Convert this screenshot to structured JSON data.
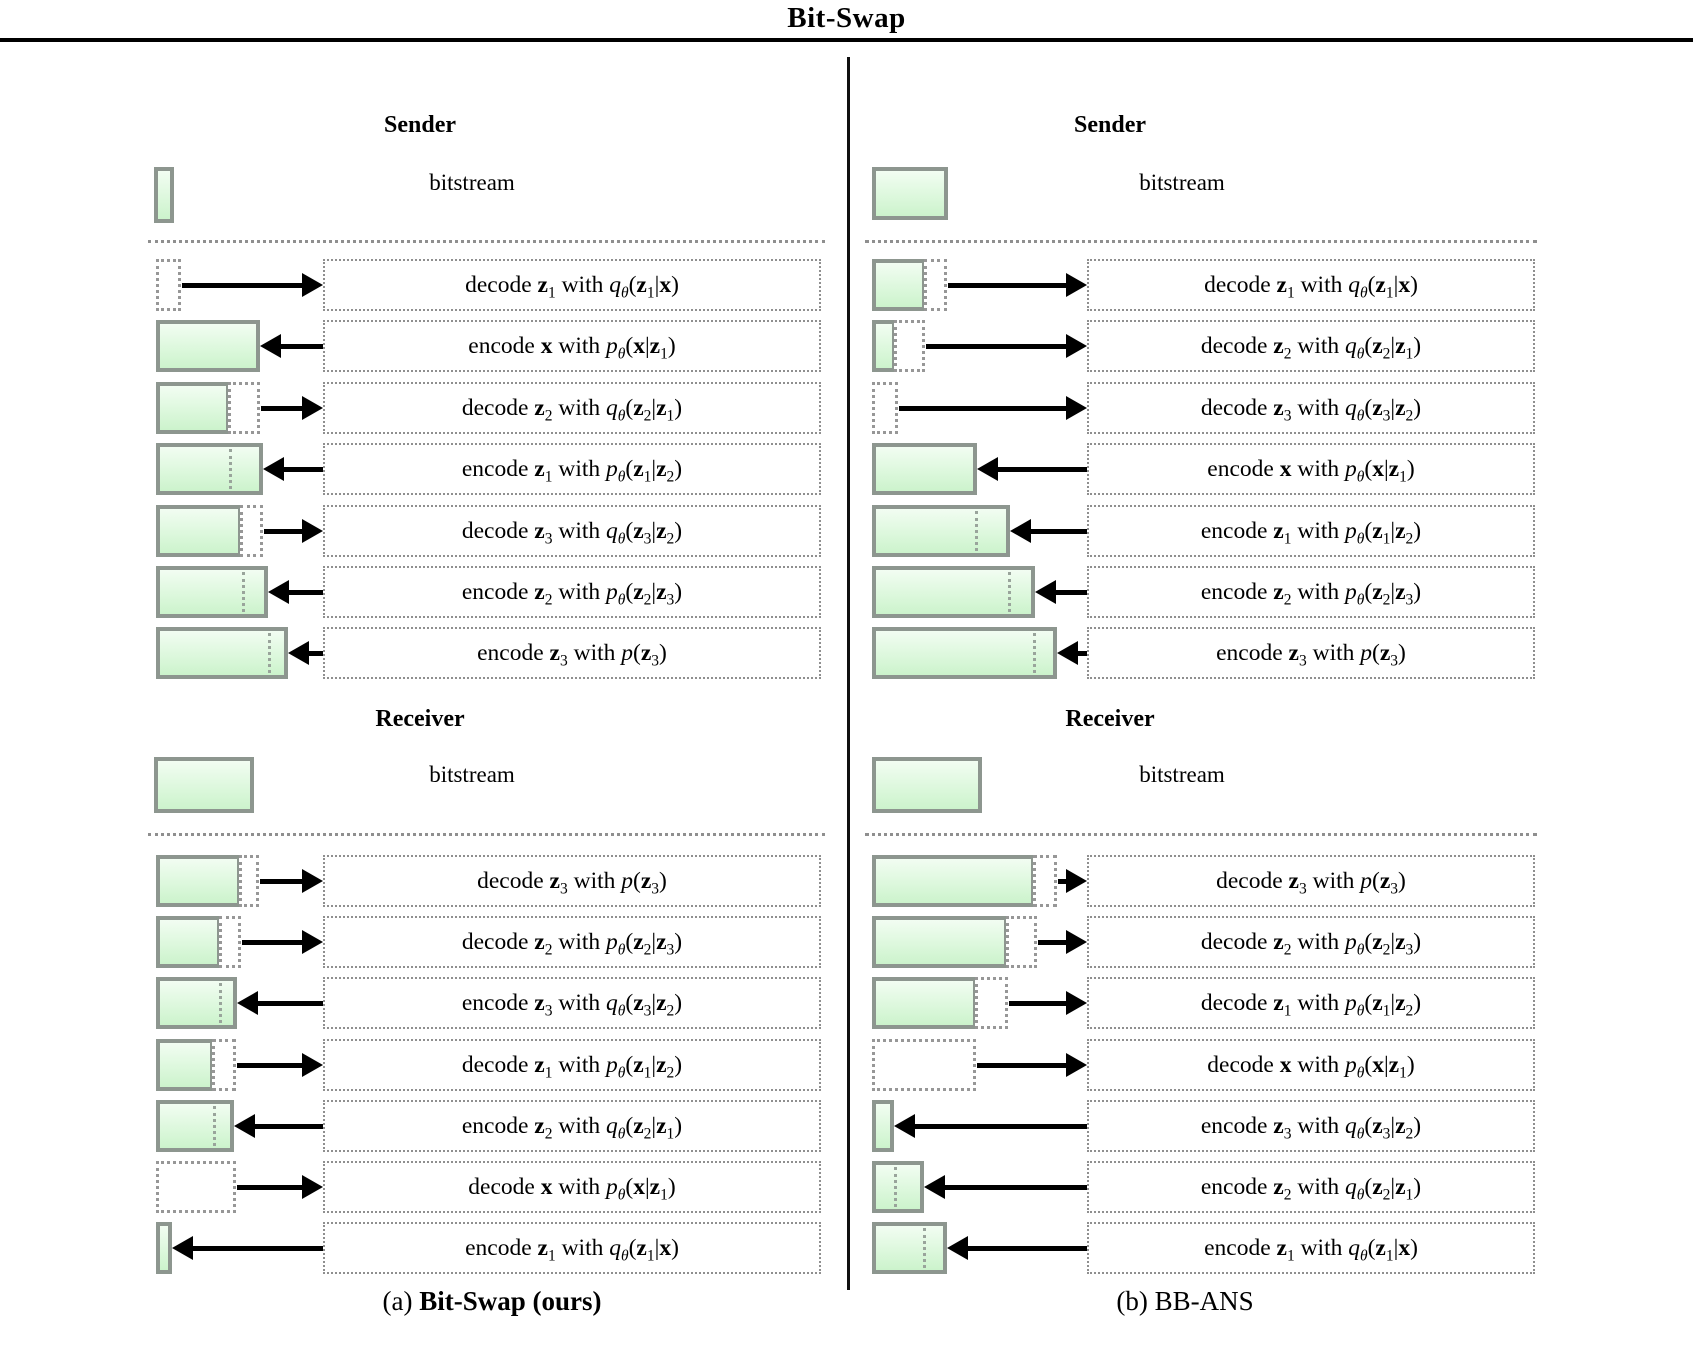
{
  "title": "Bit-Swap",
  "colors": {
    "bar_fill_top": "#f2fdf2",
    "bar_fill_bottom": "#ccf3cc",
    "bar_border": "#8d968f",
    "dotted_gray": "#8f8f8f",
    "arrow": "#000000",
    "rule": "#000000"
  },
  "panels": [
    {
      "caption_prefix": "(a) ",
      "caption_name": "Bit-Swap (ours)",
      "caption_bold": true,
      "sender": {
        "heading": "Sender",
        "bitstream_label": "bitstream",
        "bitstream": {
          "w": 20,
          "h": 56
        },
        "rows": [
          {
            "op": "decode z1 with q_θ(z1|x)",
            "bar": {
              "type": "empty",
              "w": 25
            }
          },
          {
            "op": "encode x with p_θ(x|z1)",
            "bar": {
              "type": "solid",
              "w": 104
            }
          },
          {
            "op": "decode z2 with q_θ(z2|z1)",
            "bar": {
              "type": "ext",
              "green": 74,
              "ext": 30
            }
          },
          {
            "op": "encode z1 with p_θ(z1|z2)",
            "bar": {
              "type": "div",
              "w": 107,
              "div": 73
            }
          },
          {
            "op": "decode z3 with q_θ(z3|z2)",
            "bar": {
              "type": "ext",
              "green": 86,
              "ext": 21
            }
          },
          {
            "op": "encode z2 with p_θ(z2|z3)",
            "bar": {
              "type": "div",
              "w": 112,
              "div": 86
            }
          },
          {
            "op": "encode z3 with p(z3)",
            "bar": {
              "type": "div",
              "w": 132,
              "div": 112
            }
          }
        ]
      },
      "receiver": {
        "heading": "Receiver",
        "bitstream_label": "bitstream",
        "bitstream": {
          "w": 100,
          "h": 56
        },
        "rows": [
          {
            "op": "decode z3 with p(z3)",
            "bar": {
              "type": "ext",
              "green": 85,
              "ext": 18
            }
          },
          {
            "op": "decode z2 with p_θ(z2|z3)",
            "bar": {
              "type": "ext",
              "green": 65,
              "ext": 20
            }
          },
          {
            "op": "encode z3 with q_θ(z3|z2)",
            "bar": {
              "type": "div",
              "w": 81,
              "div": 63
            }
          },
          {
            "op": "decode z1 with p_θ(z1|z2)",
            "bar": {
              "type": "ext",
              "green": 58,
              "ext": 22
            }
          },
          {
            "op": "encode z2 with q_θ(z2|z1)",
            "bar": {
              "type": "div",
              "w": 78,
              "div": 57
            }
          },
          {
            "op": "decode x with p_θ(x|z1)",
            "bar": {
              "type": "empty",
              "w": 80
            }
          },
          {
            "op": "encode z1 with q_θ(z1|x)",
            "bar": {
              "type": "solid",
              "w": 16
            }
          }
        ]
      }
    },
    {
      "caption_prefix": "(b) ",
      "caption_name": "BB-ANS",
      "caption_bold": false,
      "sender": {
        "heading": "Sender",
        "bitstream_label": "bitstream",
        "bitstream": {
          "w": 76,
          "h": 53
        },
        "rows": [
          {
            "op": "decode z1 with q_θ(z1|x)",
            "bar": {
              "type": "ext",
              "green": 54,
              "ext": 21
            }
          },
          {
            "op": "decode z2 with q_θ(z2|z1)",
            "bar": {
              "type": "ext",
              "green": 24,
              "ext": 29
            }
          },
          {
            "op": "decode z3 with q_θ(z3|z2)",
            "bar": {
              "type": "empty",
              "w": 26
            }
          },
          {
            "op": "encode x with p_θ(x|z1)",
            "bar": {
              "type": "solid",
              "w": 105
            }
          },
          {
            "op": "encode z1 with p_θ(z1|z2)",
            "bar": {
              "type": "div",
              "w": 138,
              "div": 103
            }
          },
          {
            "op": "encode z2 with p_θ(z2|z3)",
            "bar": {
              "type": "div",
              "w": 163,
              "div": 136
            }
          },
          {
            "op": "encode z3 with p(z3)",
            "bar": {
              "type": "div",
              "w": 185,
              "div": 161
            }
          }
        ]
      },
      "receiver": {
        "heading": "Receiver",
        "bitstream_label": "bitstream",
        "bitstream": {
          "w": 110,
          "h": 56
        },
        "rows": [
          {
            "op": "decode z3 with p(z3)",
            "bar": {
              "type": "ext",
              "green": 163,
              "ext": 22
            }
          },
          {
            "op": "decode z2 with p_θ(z2|z3)",
            "bar": {
              "type": "ext",
              "green": 136,
              "ext": 29
            }
          },
          {
            "op": "decode z1 with p_θ(z1|z2)",
            "bar": {
              "type": "ext",
              "green": 105,
              "ext": 31
            }
          },
          {
            "op": "decode x with p_θ(x|z1)",
            "bar": {
              "type": "empty",
              "w": 104
            }
          },
          {
            "op": "encode z3 with q_θ(z3|z2)",
            "bar": {
              "type": "solid",
              "w": 22
            }
          },
          {
            "op": "encode z2 with q_θ(z2|z1)",
            "bar": {
              "type": "div",
              "w": 52,
              "div": 22
            }
          },
          {
            "op": "encode z1 with q_θ(z1|x)",
            "bar": {
              "type": "div",
              "w": 75,
              "div": 51
            }
          }
        ]
      }
    }
  ]
}
